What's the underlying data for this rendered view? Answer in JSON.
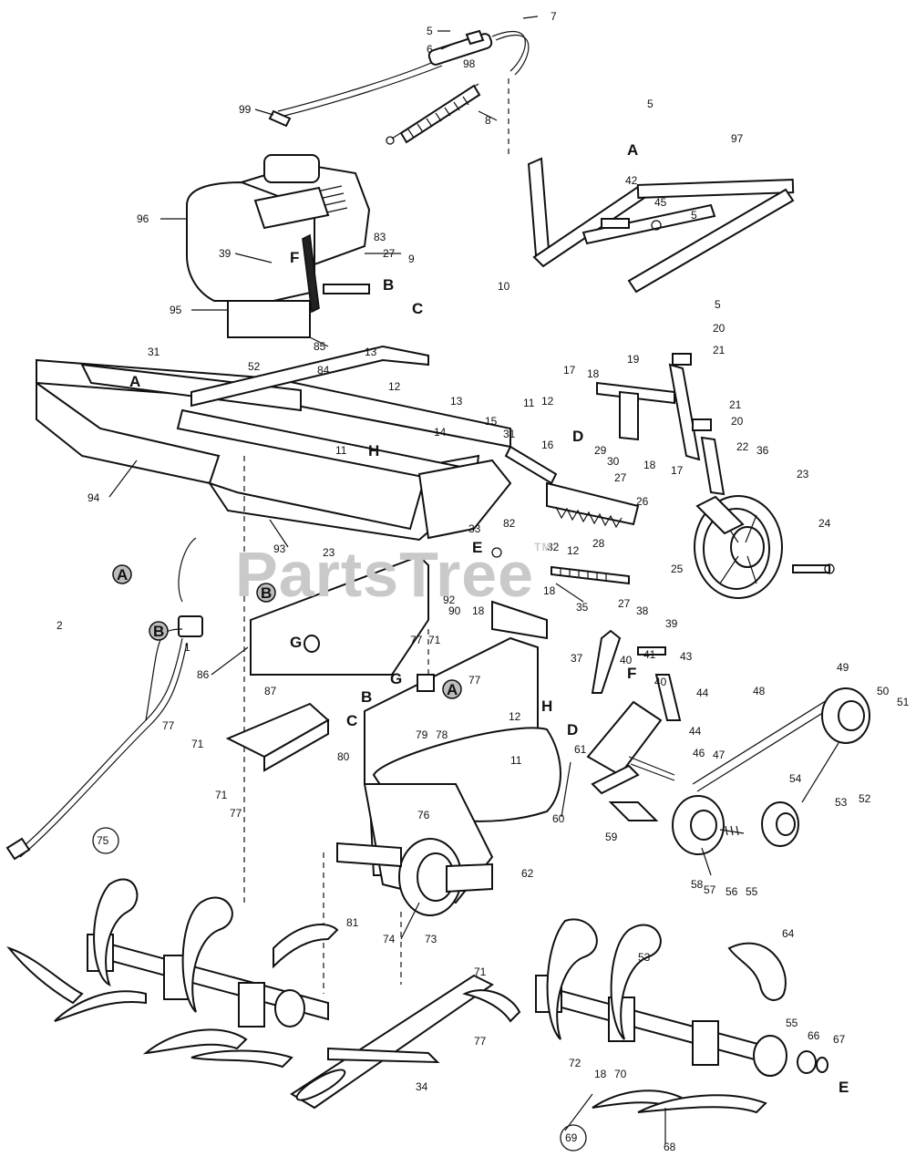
{
  "watermark": {
    "text": "PartsTree",
    "tm": "TM"
  },
  "part_numbers": [
    "2",
    "5",
    "5",
    "5",
    "6",
    "7",
    "8",
    "9",
    "10",
    "11",
    "11",
    "12",
    "12",
    "13",
    "13",
    "14",
    "15",
    "16",
    "17",
    "17",
    "18",
    "18",
    "18",
    "18",
    "19",
    "20",
    "20",
    "21",
    "21",
    "22",
    "23",
    "24",
    "25",
    "26",
    "27",
    "27",
    "28",
    "29",
    "30",
    "31",
    "31",
    "32",
    "33",
    "35",
    "36",
    "37",
    "38",
    "39",
    "39",
    "40",
    "40",
    "41",
    "42",
    "43",
    "44",
    "44",
    "45",
    "46",
    "47",
    "48",
    "49",
    "50",
    "51",
    "52",
    "52",
    "53",
    "53",
    "54",
    "55",
    "55",
    "56",
    "57",
    "58",
    "59",
    "60",
    "61",
    "62",
    "64",
    "66",
    "67",
    "68",
    "70",
    "71",
    "71",
    "71",
    "72",
    "73",
    "74",
    "76",
    "77",
    "77",
    "77",
    "77",
    "78",
    "79",
    "80",
    "81",
    "82",
    "83",
    "84",
    "85",
    "86",
    "87",
    "90",
    "92",
    "93",
    "94",
    "95",
    "96",
    "97",
    "98",
    "99"
  ],
  "circled_numbers": [
    "75",
    "69"
  ],
  "reference_letters": [
    "A",
    "A",
    "A",
    "B",
    "B",
    "C",
    "C",
    "D",
    "D",
    "E",
    "E",
    "F",
    "F",
    "G",
    "G",
    "H",
    "H"
  ],
  "circled_letters": [
    "A",
    "B",
    "B",
    "A"
  ],
  "labels": {
    "l5a": "5",
    "l7": "7",
    "l6": "6",
    "l98": "98",
    "l99": "99",
    "l8": "8",
    "l5b": "5",
    "lA1": "A",
    "l97": "97",
    "l42": "42",
    "l45": "45",
    "l5c": "5",
    "l10": "10",
    "l96": "96",
    "lF1": "F",
    "l83": "83",
    "l39a": "39",
    "l27a": "27",
    "l9": "9",
    "lB1": "B",
    "lC1": "C",
    "l95": "95",
    "l85": "85",
    "l13a": "13",
    "l84": "84",
    "l52a": "52",
    "l31a": "31",
    "lA2": "A",
    "l13b": "13",
    "l12a": "12",
    "l11a": "11",
    "lH1": "H",
    "l14": "14",
    "l94": "94",
    "l11b": "11",
    "l12b": "12",
    "l15": "15",
    "l31b": "31",
    "l16": "16",
    "l17a": "17",
    "l18a": "18",
    "l19": "19",
    "l5d": "5",
    "l20a": "20",
    "l21a": "21",
    "lD1": "D",
    "l18b": "18",
    "l17b": "17",
    "l21b": "21",
    "l20b": "20",
    "l22": "22",
    "l36": "36",
    "l29": "29",
    "l30": "30",
    "l27b": "27",
    "l26": "26",
    "l23": "23",
    "l33": "33",
    "l82": "82",
    "l32": "32",
    "l12c": "12",
    "l28": "28",
    "l24": "24",
    "l25": "25",
    "lE1": "E",
    "l93": "93",
    "l23b": "23",
    "lB2c": "B",
    "l18c": "18",
    "l35": "35",
    "lA3c": "A",
    "lB3c": "B",
    "l2": "2",
    "l1": "1",
    "l86": "86",
    "lG1": "G",
    "l92": "92",
    "l90": "90",
    "l18d": "18",
    "l27c": "27",
    "l38": "38",
    "l39b": "39",
    "l77a": "77",
    "l71a": "71",
    "lG2": "G",
    "lA4c": "A",
    "l77b": "77",
    "lB4": "B",
    "l37": "37",
    "l40a": "40",
    "l41": "41",
    "l40b": "40",
    "l43": "43",
    "l44a": "44",
    "l44b": "44",
    "l48": "48",
    "l49": "49",
    "l50": "50",
    "l51": "51",
    "l87": "87",
    "l77c": "77",
    "l71b": "71",
    "l71c": "71",
    "l77d": "77",
    "lC2": "C",
    "l79": "79",
    "l78": "78",
    "l80": "80",
    "l12d": "12",
    "lH2": "H",
    "lD2": "D",
    "l61": "61",
    "lF2": "F",
    "l46": "46",
    "l47": "47",
    "l11c": "11",
    "l60": "60",
    "l59": "59",
    "l54": "54",
    "l53a": "53",
    "l52b": "52",
    "l58": "58",
    "l57": "57",
    "l56": "56",
    "l55a": "55",
    "l76": "76",
    "l62": "62",
    "l75": "75",
    "l81": "81",
    "l74": "74",
    "l73": "73",
    "l71d": "71",
    "l77e": "77",
    "l53b": "53",
    "l64": "64",
    "l72": "72",
    "l18e": "18",
    "l70": "70",
    "l55b": "55",
    "l66": "66",
    "l67": "67",
    "lE2": "E",
    "l34": "34",
    "l69": "69",
    "l68": "68"
  },
  "colors": {
    "line": "#111111",
    "watermark": "#c9c9c9",
    "circle_fill": "#bdbdbd",
    "background": "#ffffff"
  }
}
